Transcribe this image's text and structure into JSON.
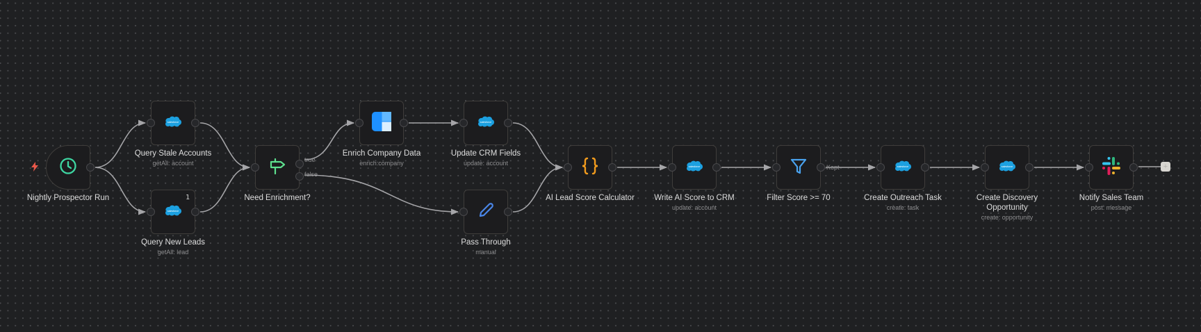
{
  "canvas": {
    "background": "#1f2022",
    "edge_color": "#a5a5a8",
    "node_border": "#3f3d3b"
  },
  "nodes": [
    {
      "id": "trigger",
      "label": "Nightly Prospector Run",
      "subtitle": "",
      "icon": "clock-icon",
      "icon_color": "#3ed6a2",
      "trigger": true
    },
    {
      "id": "query_stale",
      "label": "Query Stale Accounts",
      "subtitle": "getAll: account",
      "icon": "salesforce-icon",
      "icon_color": "#1ca0e0"
    },
    {
      "id": "query_leads",
      "label": "Query New Leads",
      "subtitle": "getAll: lead",
      "icon": "salesforce-icon",
      "icon_color": "#1ca0e0",
      "badge": "1"
    },
    {
      "id": "need_enrich",
      "label": "Need Enrichment?",
      "subtitle": "",
      "icon": "signpost-icon",
      "icon_color": "#5ee08f"
    },
    {
      "id": "enrich",
      "label": "Enrich Company Data",
      "subtitle": "enrich:company",
      "icon": "enrichment-app-icon",
      "icon_color": "#1e90ff"
    },
    {
      "id": "update_crm",
      "label": "Update CRM Fields",
      "subtitle": "update: account",
      "icon": "salesforce-icon",
      "icon_color": "#1ca0e0"
    },
    {
      "id": "pass_through",
      "label": "Pass Through",
      "subtitle": "manual",
      "icon": "pencil-icon",
      "icon_color": "#4a86e8"
    },
    {
      "id": "ai_score",
      "label": "AI Lead Score Calculator",
      "subtitle": "",
      "icon": "code-braces-icon",
      "icon_color": "#f29b1d"
    },
    {
      "id": "write_score",
      "label": "Write AI Score to CRM",
      "subtitle": "update: account",
      "icon": "salesforce-icon",
      "icon_color": "#1ca0e0"
    },
    {
      "id": "filter",
      "label": "Filter Score >= 70",
      "subtitle": "",
      "icon": "filter-funnel-icon",
      "icon_color": "#4aa3f0"
    },
    {
      "id": "outreach",
      "label": "Create Outreach Task",
      "subtitle": "create: task",
      "icon": "salesforce-icon",
      "icon_color": "#1ca0e0"
    },
    {
      "id": "discovery",
      "label": "Create Discovery Opportunity",
      "subtitle": "create: opportunity",
      "icon": "salesforce-icon",
      "icon_color": "#1ca0e0"
    },
    {
      "id": "notify",
      "label": "Notify Sales Team",
      "subtitle": "post: message",
      "icon": "slack-icon",
      "icon_color": "#e01e5a"
    }
  ],
  "edge_labels": {
    "true": "true",
    "false": "false",
    "kept": "Kept"
  },
  "salesforce_text": "salesforce",
  "add_node_button": "+",
  "trigger_indicator_color": "#e8584a"
}
